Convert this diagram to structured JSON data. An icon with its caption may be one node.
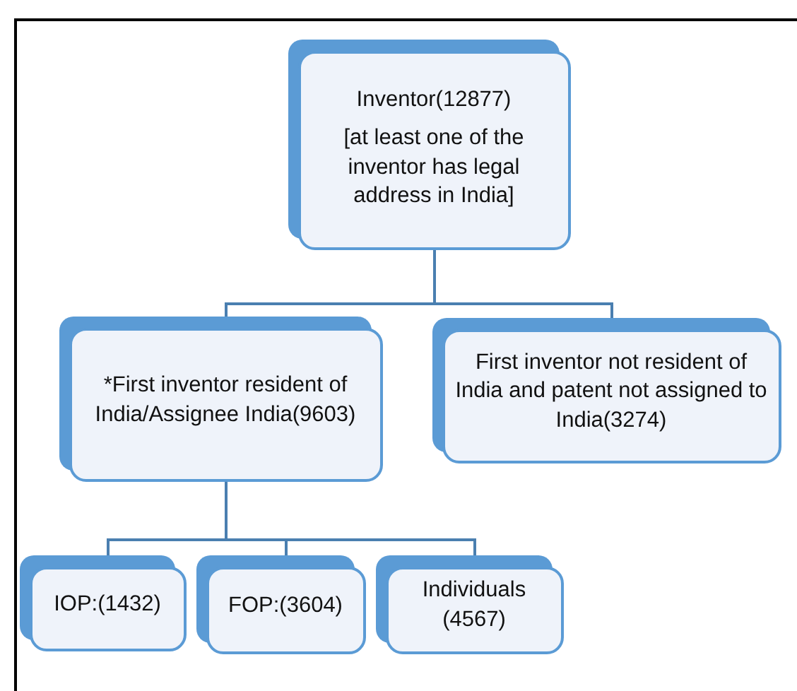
{
  "diagram": {
    "nodes": [
      {
        "text": [
          "Inventor(12877)",
          "[at least one of the inventor has legal address in India]"
        ]
      },
      {
        "text": [
          "*First inventor resident of India/Assignee India(9603)"
        ]
      },
      {
        "text": [
          "First inventor not resident of India and patent not assigned to India(3274)"
        ]
      },
      {
        "text": [
          "IOP:(1432)"
        ]
      },
      {
        "text": [
          "FOP:(3604)"
        ]
      },
      {
        "text": [
          "Individuals (4567)"
        ]
      }
    ],
    "edges": [
      {
        "from": 0,
        "to": 1,
        "arrow": "none"
      },
      {
        "from": 0,
        "to": 2,
        "arrow": "none"
      },
      {
        "from": 1,
        "to": 3,
        "arrow": "none"
      },
      {
        "from": 1,
        "to": 4,
        "arrow": "none"
      },
      {
        "from": 1,
        "to": 5,
        "arrow": "none"
      }
    ]
  }
}
